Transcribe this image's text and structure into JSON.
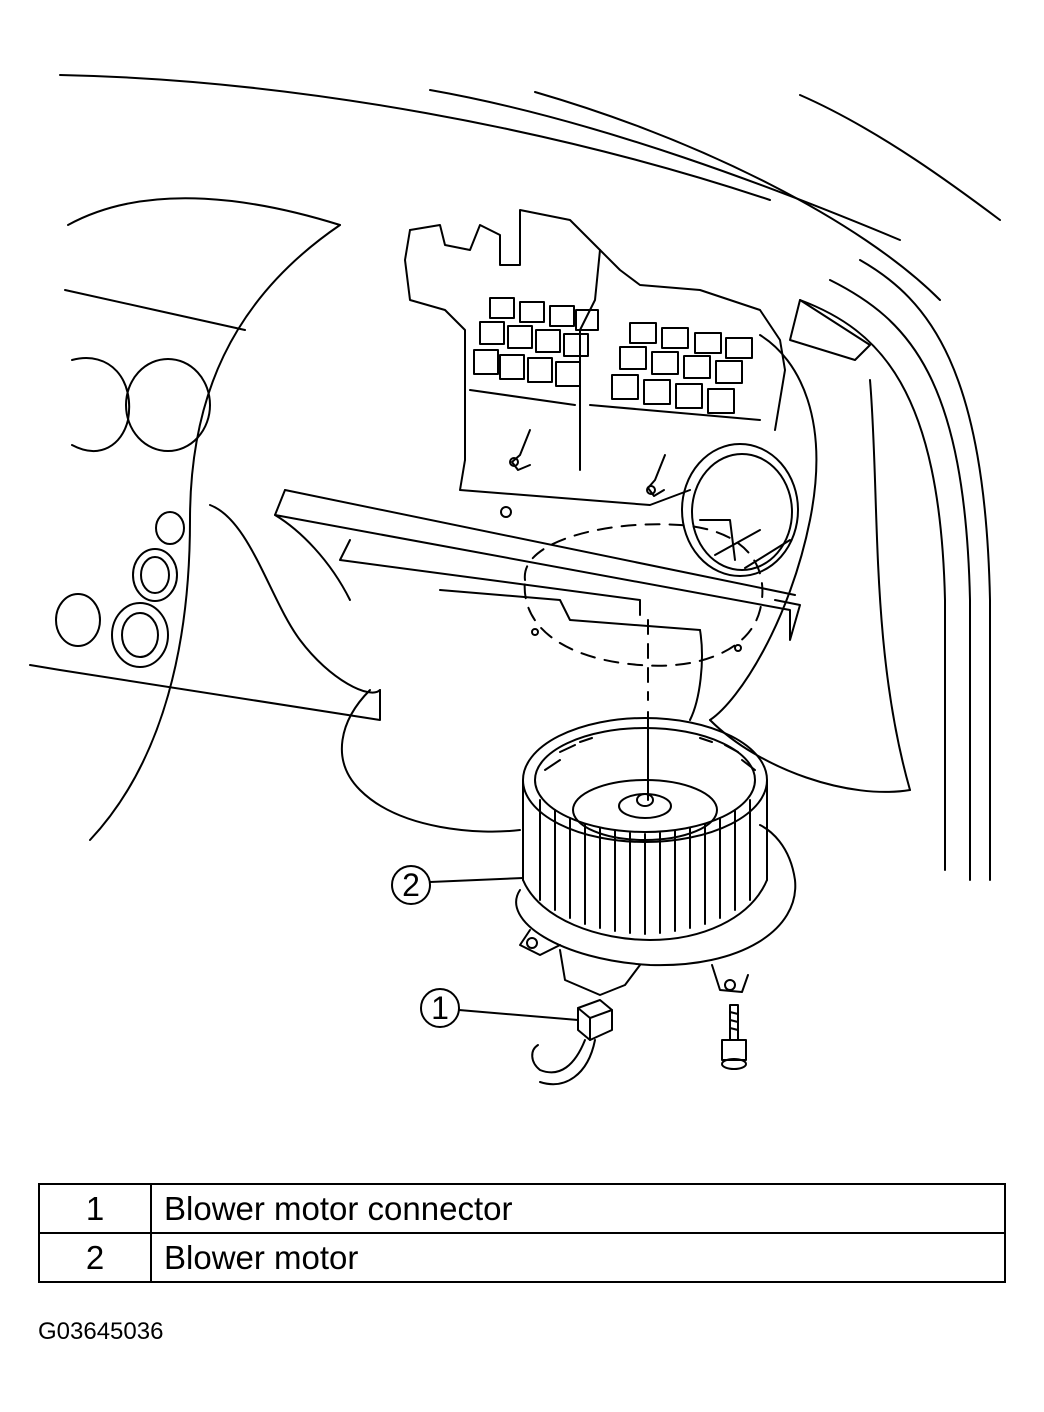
{
  "callouts": [
    {
      "number": "1"
    },
    {
      "number": "2"
    }
  ],
  "legend": {
    "rows": [
      {
        "number": "1",
        "description": "Blower motor connector"
      },
      {
        "number": "2",
        "description": "Blower motor"
      }
    ]
  },
  "figure_id": "G03645036"
}
